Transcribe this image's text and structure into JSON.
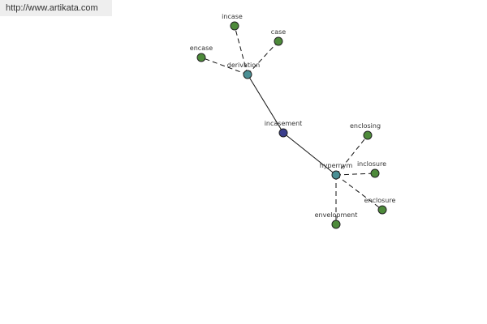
{
  "header": {
    "source_link": "http://www.artikata.com"
  },
  "graph": {
    "nodes": [
      {
        "id": "incasement",
        "label": "incasement",
        "kind": "center",
        "color": "#3a3e8c"
      },
      {
        "id": "derivation",
        "label": "derivation",
        "kind": "relation",
        "color": "#4a8f94"
      },
      {
        "id": "hypernym",
        "label": "hypernym",
        "kind": "relation",
        "color": "#4a8f94"
      },
      {
        "id": "encase",
        "label": "encase",
        "kind": "word",
        "color": "#4d8a3a"
      },
      {
        "id": "incase",
        "label": "incase",
        "kind": "word",
        "color": "#4d8a3a"
      },
      {
        "id": "case",
        "label": "case",
        "kind": "word",
        "color": "#4d8a3a"
      },
      {
        "id": "enclosing",
        "label": "enclosing",
        "kind": "word",
        "color": "#4d8a3a"
      },
      {
        "id": "inclosure",
        "label": "inclosure",
        "kind": "word",
        "color": "#4d8a3a"
      },
      {
        "id": "enclosure",
        "label": "enclosure",
        "kind": "word",
        "color": "#4d8a3a"
      },
      {
        "id": "envelopment",
        "label": "envelopment",
        "kind": "word",
        "color": "#4d8a3a"
      }
    ],
    "edges": [
      {
        "from": "incasement",
        "to": "derivation",
        "style": "solid"
      },
      {
        "from": "incasement",
        "to": "hypernym",
        "style": "solid"
      },
      {
        "from": "derivation",
        "to": "encase",
        "style": "dashed"
      },
      {
        "from": "derivation",
        "to": "incase",
        "style": "dashed"
      },
      {
        "from": "derivation",
        "to": "case",
        "style": "dashed"
      },
      {
        "from": "hypernym",
        "to": "enclosing",
        "style": "dashed"
      },
      {
        "from": "hypernym",
        "to": "inclosure",
        "style": "dashed"
      },
      {
        "from": "hypernym",
        "to": "enclosure",
        "style": "dashed"
      },
      {
        "from": "hypernym",
        "to": "envelopment",
        "style": "dashed"
      }
    ]
  }
}
